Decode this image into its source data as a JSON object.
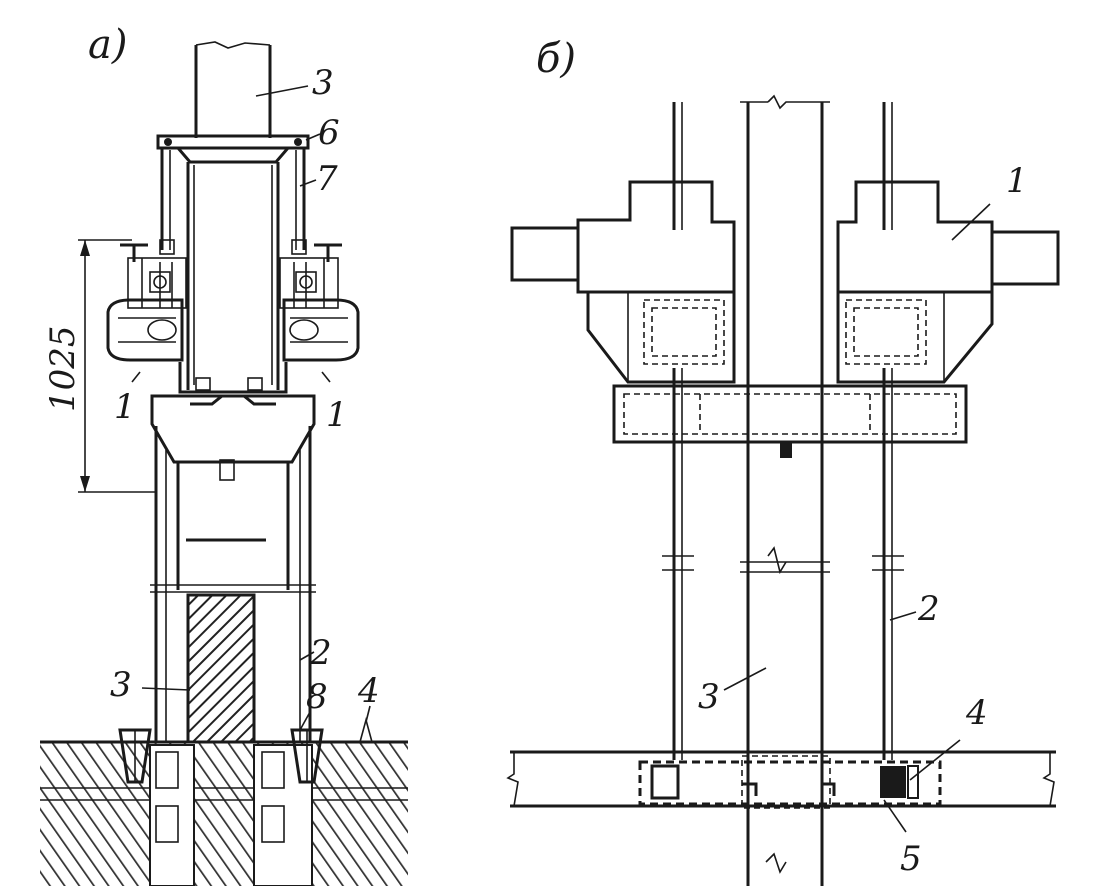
{
  "panel_a": {
    "title": "а)",
    "dimension": "1025",
    "labels": {
      "n1_left": "1",
      "n1_right": "1",
      "n2": "2",
      "n3_top": "3",
      "n3_bottom": "3",
      "n4": "4",
      "n6": "6",
      "n7": "7",
      "n8": "8"
    }
  },
  "panel_b": {
    "title": "б)",
    "labels": {
      "n1": "1",
      "n2": "2",
      "n3": "3",
      "n4": "4",
      "n5": "5"
    }
  }
}
